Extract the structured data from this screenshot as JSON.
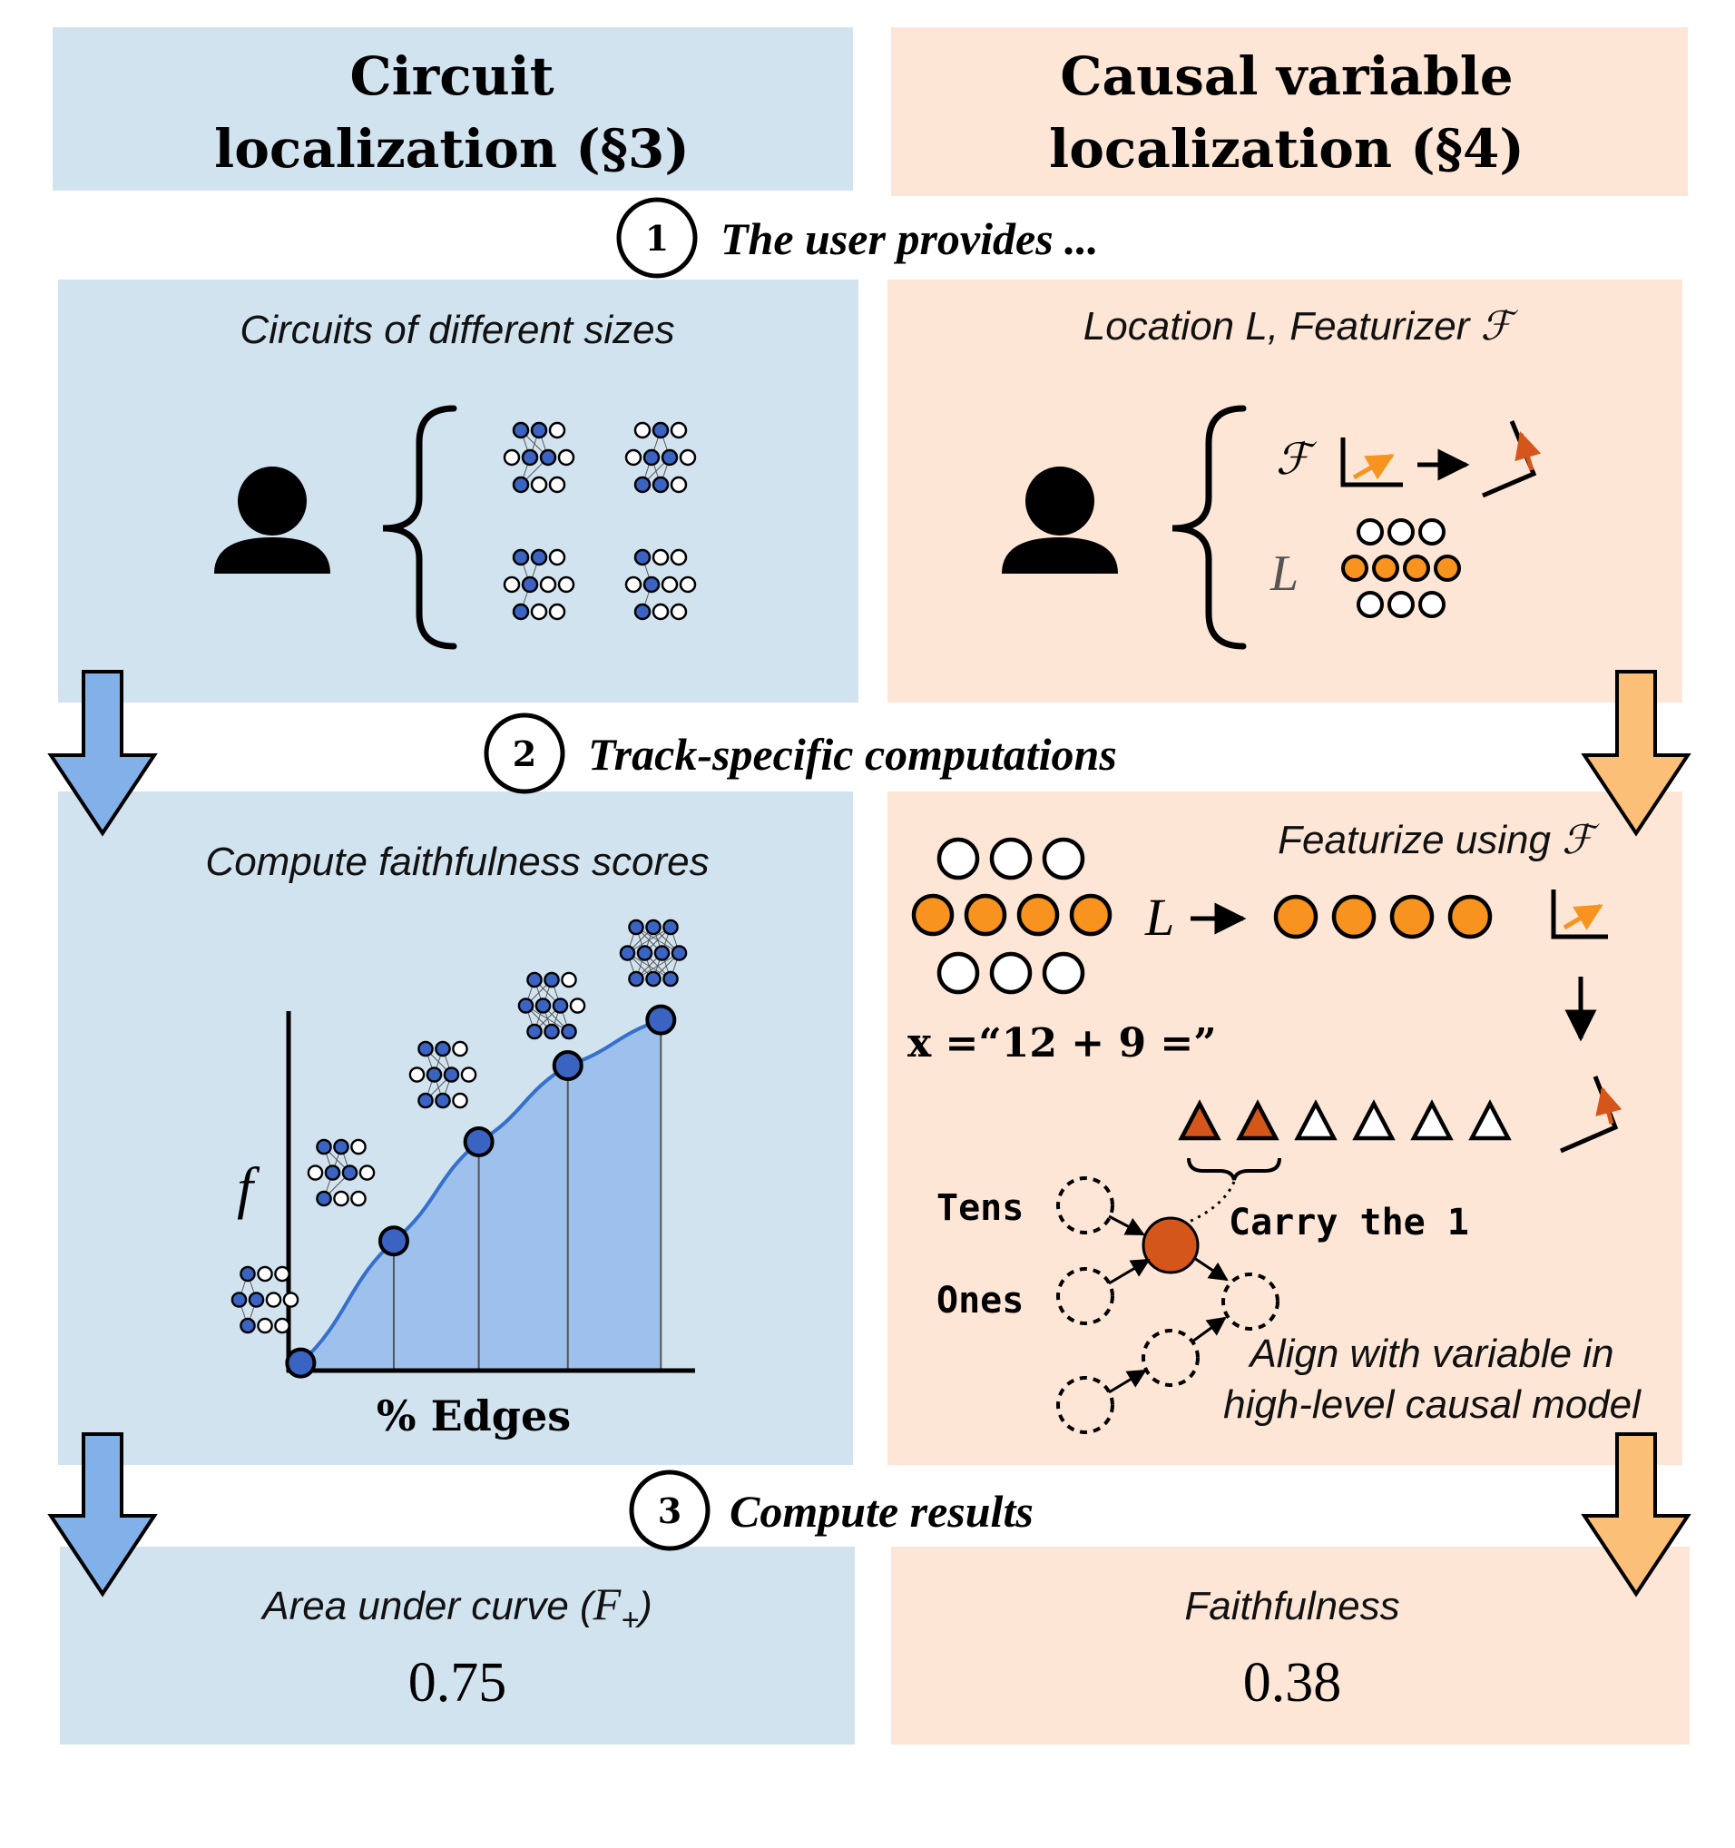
{
  "colors": {
    "blue_bg": "#d2e3f0",
    "orange_bg": "#fde6d6",
    "blue_arrow": "#82b0e8",
    "orange_arrow": "#fbbf78",
    "node_blue": "#3a63c2",
    "node_orange": "#f7931e",
    "node_dark_orange": "#d4561a",
    "curve_fill": "#9ec0ec",
    "curve_line": "#3570cc"
  },
  "headers": {
    "left": {
      "line1": "Circuit",
      "line2": "localization (§3)"
    },
    "right": {
      "line1": "Causal variable",
      "line2": "localization (§4)"
    }
  },
  "steps": [
    {
      "number": "1",
      "label": "The user provides ..."
    },
    {
      "number": "2",
      "label": "Track-specific computations"
    },
    {
      "number": "3",
      "label": "Compute results"
    }
  ],
  "left_panels": {
    "provides_caption": "Circuits of different sizes",
    "compute_caption": "Compute faithfulness scores",
    "y_label": "f",
    "x_label": "% Edges",
    "result_caption_prefix": "Area under curve (",
    "result_caption_var": "F",
    "result_caption_sub": "+",
    "result_caption_suffix": ")",
    "result_value": "0.75",
    "icons": [
      "user-icon",
      "curly-brace-icon",
      "circuit-icon"
    ]
  },
  "right_panels": {
    "provides_caption": "Location L, Featurizer ℱ",
    "featurizer_symbol": "ℱ",
    "location_symbol": "L",
    "featurize_caption": "Featurize using ℱ",
    "location_label": "L",
    "input_expression": "x =“12 + 9 =”",
    "var_tens": "Tens",
    "var_ones": "Ones",
    "var_carry": "Carry the 1",
    "align_caption_line1": "Align with variable in",
    "align_caption_line2": "high-level causal model",
    "result_caption": "Faithfulness",
    "result_value": "0.38",
    "icons": [
      "user-icon",
      "curly-brace-icon",
      "axis-vector-icon",
      "rotated-vector-icon"
    ]
  },
  "chart_data": {
    "type": "area",
    "x": [
      0.03,
      0.26,
      0.47,
      0.69,
      0.92
    ],
    "values": [
      0.02,
      0.34,
      0.6,
      0.8,
      0.92
    ],
    "xlabel": "% Edges",
    "ylabel": "f",
    "xlim": [
      0,
      1
    ],
    "ylim": [
      0,
      1
    ],
    "grid": false,
    "legend": "none"
  }
}
